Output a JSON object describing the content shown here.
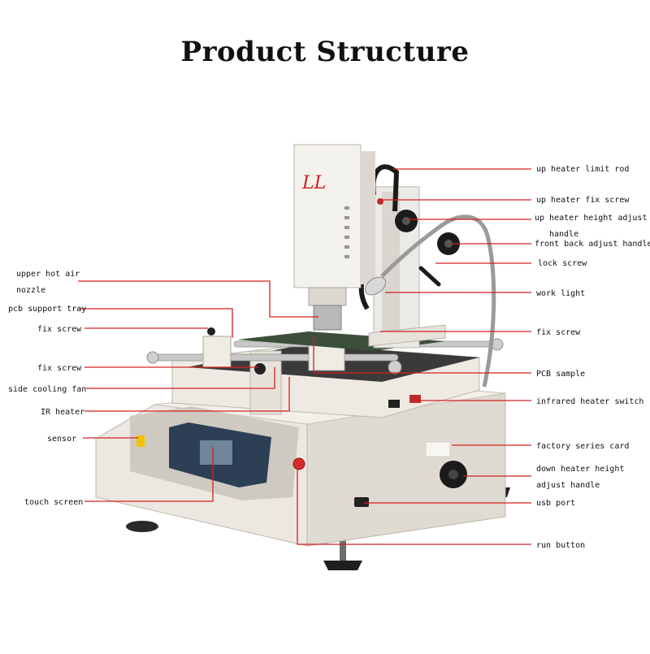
{
  "title": "Product Structure",
  "colors": {
    "leader_line": "#d42020",
    "machine_body": "#ece8e1",
    "screen": "#2c3f55"
  },
  "labels_left": [
    {
      "id": "upper-hot-air-nozzle",
      "lines": [
        "upper hot air",
        "nozzle"
      ]
    },
    {
      "id": "pcb-support-tray",
      "lines": [
        "pcb support tray"
      ]
    },
    {
      "id": "fix-screw-left-1",
      "lines": [
        "fix screw"
      ]
    },
    {
      "id": "fix-screw-left-2",
      "lines": [
        "fix screw"
      ]
    },
    {
      "id": "side-cooling-fan",
      "lines": [
        "side cooling fan"
      ]
    },
    {
      "id": "ir-heater",
      "lines": [
        "IR heater"
      ]
    },
    {
      "id": "sensor",
      "lines": [
        "sensor"
      ]
    },
    {
      "id": "touch-screen",
      "lines": [
        "touch screen"
      ]
    }
  ],
  "labels_right": [
    {
      "id": "up-heater-limit-rod",
      "lines": [
        "up heater limit rod"
      ]
    },
    {
      "id": "up-heater-fix-screw",
      "lines": [
        "up heater fix screw"
      ]
    },
    {
      "id": "up-heater-height-adjust-handle",
      "lines": [
        "up heater height adjust",
        "handle"
      ]
    },
    {
      "id": "front-back-adjust-handle",
      "lines": [
        "front back adjust handle"
      ]
    },
    {
      "id": "lock-screw",
      "lines": [
        "lock screw"
      ]
    },
    {
      "id": "work-light",
      "lines": [
        "work light"
      ]
    },
    {
      "id": "fix-screw-right",
      "lines": [
        "fix screw"
      ]
    },
    {
      "id": "pcb-sample",
      "lines": [
        "PCB sample"
      ]
    },
    {
      "id": "infrared-heater-switch",
      "lines": [
        "infrared heater switch"
      ]
    },
    {
      "id": "factory-series-card",
      "lines": [
        "factory series card"
      ]
    },
    {
      "id": "down-heater-height-adjust-handle",
      "lines": [
        "down heater height",
        "adjust handle"
      ]
    },
    {
      "id": "usb-port",
      "lines": [
        "usb port"
      ]
    },
    {
      "id": "run-button",
      "lines": [
        "run button"
      ]
    }
  ]
}
